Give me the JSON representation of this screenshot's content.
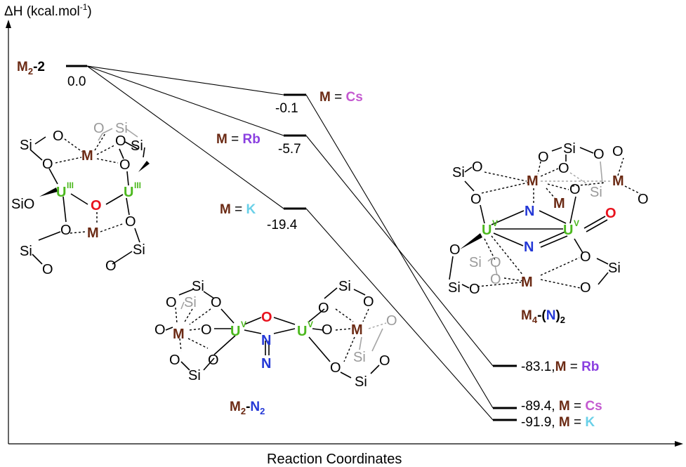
{
  "y_axis_label": "ΔH (kcal.mol",
  "y_axis_label_sup": "-1",
  "x_axis_label": "Reaction Coordinates",
  "colors": {
    "metal": "#6b2a14",
    "oxygen": "#e8121d",
    "nitrogen": "#2438d6",
    "uranium": "#4cb81e",
    "cs": "#c45ad0",
    "rb": "#8a3fe0",
    "k": "#6ad0e8",
    "grey": "#9a9a9a"
  },
  "start": {
    "name_main": "M",
    "name_sub": "2",
    "name_tail": "-2",
    "value": "0.0"
  },
  "intermediates": [
    {
      "value": "-0.1",
      "m_label": "M",
      "eq": " = ",
      "metal": "Cs"
    },
    {
      "value": "-5.7",
      "m_label": "M",
      "eq": " = ",
      "metal": "Rb"
    },
    {
      "value": "-19.4",
      "m_label": "M",
      "eq": " = ",
      "metal": "K"
    }
  ],
  "products": [
    {
      "value": "-83.1,",
      "m_label": "M",
      "eq": " = ",
      "metal": "Rb"
    },
    {
      "value": "-89.4,",
      "m_label": "M",
      "eq": " = ",
      "metal": "Cs"
    },
    {
      "value": "-91.9,",
      "m_label": "M",
      "eq": " = ",
      "metal": "K"
    }
  ],
  "compound_m2n2": {
    "main": "M",
    "sub": "2",
    "dash": "-",
    "n": "N",
    "n_sub": "2"
  },
  "compound_m4n2": {
    "main": "M",
    "sub": "4",
    "dash": "-(",
    "n": "N",
    "close": ")",
    "close_sub": "2"
  },
  "atoms": {
    "si": "Si",
    "o": "O",
    "m": "M",
    "u": "U",
    "n": "N",
    "sio": "SiO",
    "u3": "III",
    "u5": "V"
  }
}
